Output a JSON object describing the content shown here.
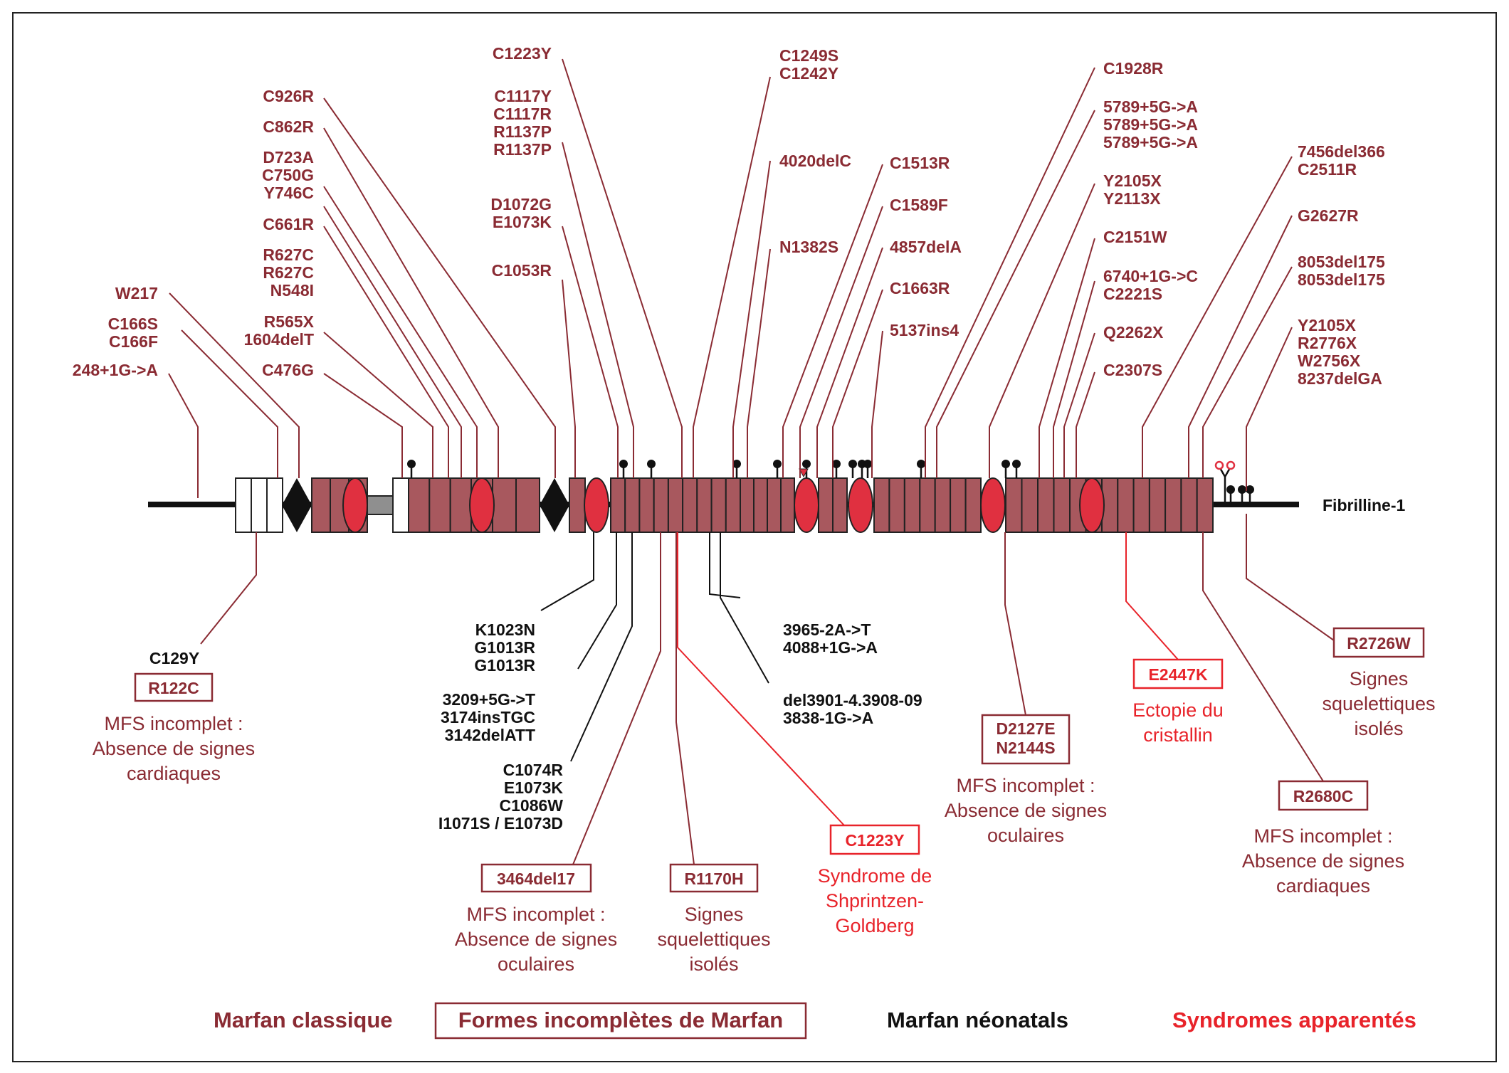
{
  "protein_name": "Fibrilline-1",
  "colors": {
    "classic": "#8a2b33",
    "incomplete": "#8a2b33",
    "neonatal": "#111111",
    "related": "#e8232a",
    "domain_fill": "#a8585e",
    "egf_red": "#e03040"
  },
  "legend": {
    "classic": "Marfan classique",
    "incomplete": "Formes incomplètes de Marfan",
    "neonatal": "Marfan néonatals",
    "related": "Syndromes apparentés"
  },
  "top_groups": [
    {
      "id": "g1",
      "lines": [
        "248+1G->A"
      ]
    },
    {
      "id": "g2",
      "lines": [
        "C166S",
        "C166F"
      ]
    },
    {
      "id": "g3",
      "lines": [
        "W217"
      ]
    },
    {
      "id": "g4",
      "lines": [
        "C476G"
      ]
    },
    {
      "id": "g5",
      "lines": [
        "R565X",
        "1604delT"
      ]
    },
    {
      "id": "g6",
      "lines": [
        "R627C",
        "R627C",
        "N548I"
      ]
    },
    {
      "id": "g7",
      "lines": [
        "C661R"
      ]
    },
    {
      "id": "g8",
      "lines": [
        "D723A",
        "C750G",
        "Y746C"
      ]
    },
    {
      "id": "g9",
      "lines": [
        "C862R"
      ]
    },
    {
      "id": "g10",
      "lines": [
        "C926R"
      ]
    },
    {
      "id": "g11",
      "lines": [
        "C1053R"
      ]
    },
    {
      "id": "g12",
      "lines": [
        "D1072G",
        "E1073K"
      ]
    },
    {
      "id": "g13",
      "lines": [
        "C1117Y",
        "C1117R",
        "R1137P",
        "R1137P"
      ]
    },
    {
      "id": "g14",
      "lines": [
        "C1223Y"
      ]
    },
    {
      "id": "g15",
      "lines": [
        "C1249S",
        "C1242Y"
      ]
    },
    {
      "id": "g16",
      "lines": [
        "4020delC"
      ]
    },
    {
      "id": "g17",
      "lines": [
        "N1382S"
      ]
    },
    {
      "id": "g18",
      "lines": [
        "C1513R"
      ]
    },
    {
      "id": "g19",
      "lines": [
        "C1589F"
      ]
    },
    {
      "id": "g20",
      "lines": [
        "4857delA"
      ]
    },
    {
      "id": "g21",
      "lines": [
        "C1663R"
      ]
    },
    {
      "id": "g22",
      "lines": [
        "5137ins4"
      ]
    },
    {
      "id": "g23",
      "lines": [
        "C1928R"
      ]
    },
    {
      "id": "g24",
      "lines": [
        "5789+5G->A",
        "5789+5G->A",
        "5789+5G->A"
      ]
    },
    {
      "id": "g25",
      "lines": [
        "Y2105X",
        "Y2113X"
      ]
    },
    {
      "id": "g26",
      "lines": [
        "C2151W"
      ]
    },
    {
      "id": "g27",
      "lines": [
        "6740+1G->C",
        "C2221S"
      ]
    },
    {
      "id": "g28",
      "lines": [
        "Q2262X"
      ]
    },
    {
      "id": "g29",
      "lines": [
        "C2307S"
      ]
    },
    {
      "id": "g30",
      "lines": [
        "7456del366",
        "C2511R"
      ]
    },
    {
      "id": "g31",
      "lines": [
        "G2627R"
      ]
    },
    {
      "id": "g32",
      "lines": [
        "8053del175",
        "8053del175"
      ]
    },
    {
      "id": "g33",
      "lines": [
        "Y2105X",
        "R2776X",
        "W2756X",
        "8237delGA"
      ]
    }
  ],
  "bottom_groups": [
    {
      "id": "b1",
      "plain": "C129Y",
      "box": "R122C",
      "note": [
        "MFS incomplet :",
        "Absence de signes",
        "cardiaques"
      ]
    },
    {
      "id": "b2",
      "lines": [
        "K1023N",
        "G1013R",
        "G1013R"
      ]
    },
    {
      "id": "b3",
      "lines": [
        "3209+5G->T",
        "3174insTGC",
        "3142delATT"
      ]
    },
    {
      "id": "b4",
      "lines": [
        "C1074R",
        "E1073K",
        "C1086W",
        "I1071S / E1073D"
      ]
    },
    {
      "id": "b5",
      "box": "3464del17",
      "note": [
        "MFS incomplet :",
        "Absence de signes",
        "oculaires"
      ]
    },
    {
      "id": "b6",
      "box": "R1170H",
      "note": [
        "Signes",
        "squelettiques",
        "isolés"
      ]
    },
    {
      "id": "b7",
      "box": "C1223Y",
      "note": [
        "Syndrome de",
        "Shprintzen-",
        "Goldberg"
      ]
    },
    {
      "id": "b8",
      "lines": [
        "3965-2A->T",
        "4088+1G->A"
      ]
    },
    {
      "id": "b9",
      "lines": [
        "del3901-4.3908-09",
        "3838-1G->A"
      ]
    },
    {
      "id": "b10",
      "box_lines": [
        "D2127E",
        "N2144S"
      ],
      "note": [
        "MFS incomplet :",
        "Absence de signes",
        "oculaires"
      ]
    },
    {
      "id": "b11",
      "box": "E2447K",
      "note": [
        "Ectopie du",
        "cristallin"
      ]
    },
    {
      "id": "b12",
      "box": "R2726W",
      "note": [
        "Signes",
        "squelettiques",
        "isolés"
      ]
    },
    {
      "id": "b13",
      "box": "R2680C",
      "note": [
        "MFS incomplet :",
        "Absence de signes",
        "cardiaques"
      ]
    }
  ]
}
